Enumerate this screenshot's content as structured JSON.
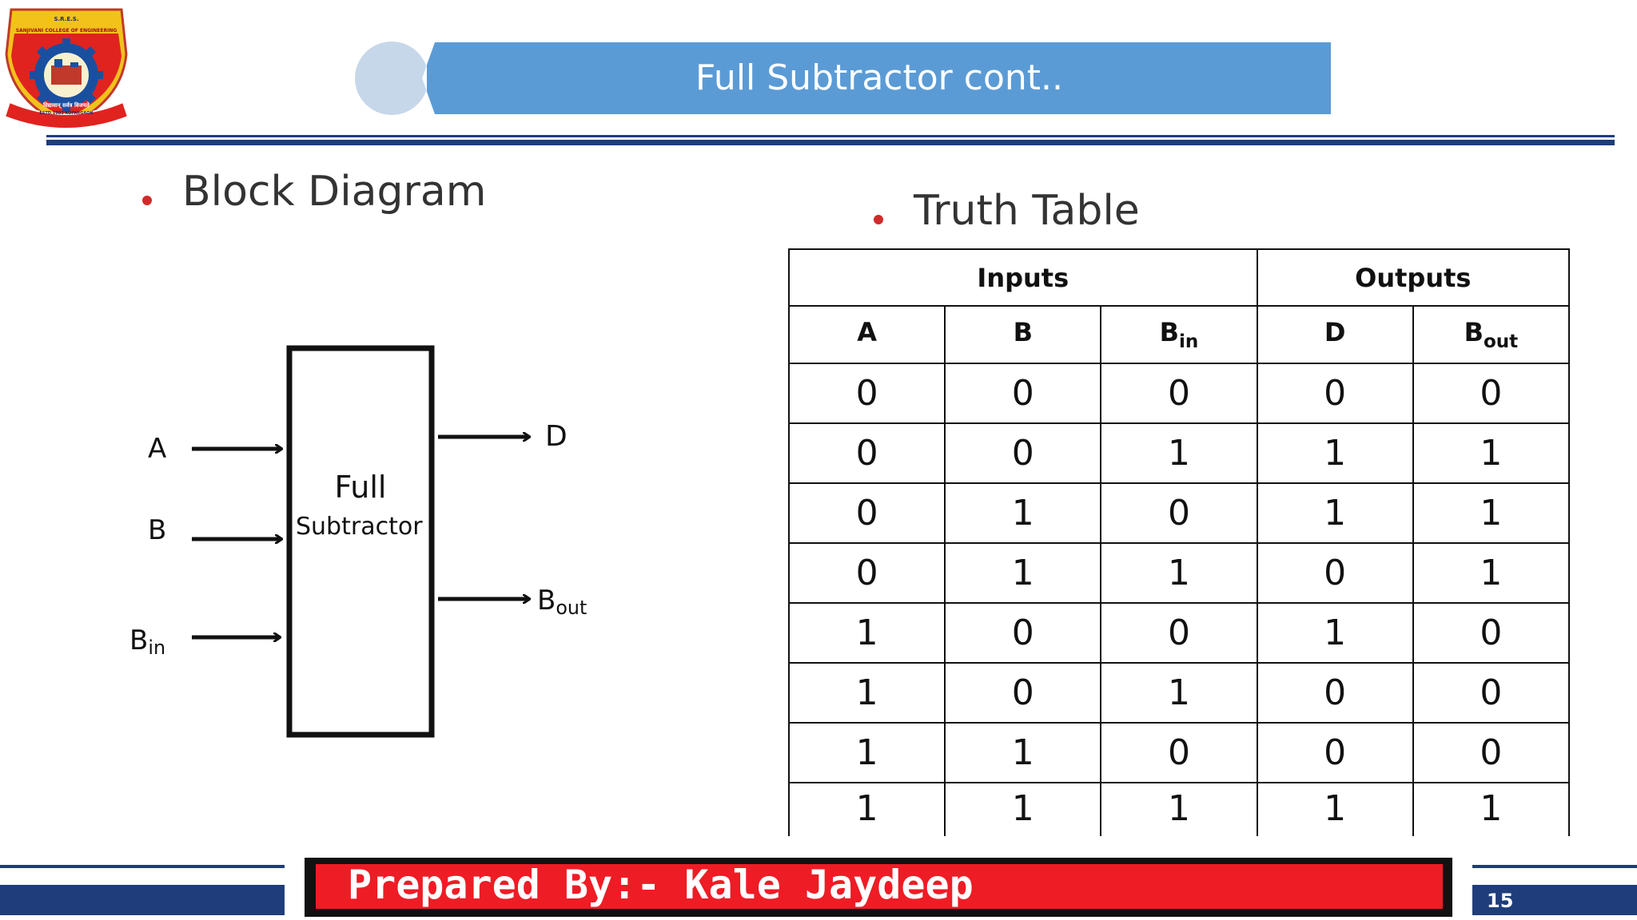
{
  "logo": {
    "org_top": "S.R.E.S.",
    "college": "SANJIVANI COLLEGE OF ENGINEERING",
    "motto": "विद्यावान् सर्वत्र विजयते",
    "est": "ESTD.1983 KOPARGAON"
  },
  "title": "Full Subtractor cont..",
  "sections": {
    "block_diagram": "Block Diagram",
    "truth_table": "Truth Table"
  },
  "diagram": {
    "box_line1": "Full",
    "box_line2": "Subtractor",
    "input_a": "A",
    "input_b": "B",
    "input_bin_main": "B",
    "input_bin_sub": "in",
    "output_d": "D",
    "output_bout_main": "B",
    "output_bout_sub": "out"
  },
  "truth_table": {
    "group_inputs": "Inputs",
    "group_outputs": "Outputs",
    "columns": [
      {
        "main": "A",
        "sub": ""
      },
      {
        "main": "B",
        "sub": ""
      },
      {
        "main": "B",
        "sub": "in"
      },
      {
        "main": "D",
        "sub": ""
      },
      {
        "main": "B",
        "sub": "out"
      }
    ],
    "rows": [
      [
        "0",
        "0",
        "0",
        "0",
        "0"
      ],
      [
        "0",
        "0",
        "1",
        "1",
        "1"
      ],
      [
        "0",
        "1",
        "0",
        "1",
        "1"
      ],
      [
        "0",
        "1",
        "1",
        "0",
        "1"
      ],
      [
        "1",
        "0",
        "0",
        "1",
        "0"
      ],
      [
        "1",
        "0",
        "1",
        "0",
        "0"
      ],
      [
        "1",
        "1",
        "0",
        "0",
        "0"
      ],
      [
        "1",
        "1",
        "1",
        "1",
        "1"
      ]
    ]
  },
  "footer": {
    "prepared_by": "Prepared By:- Kale Jaydeep",
    "page_number": "15"
  },
  "colors": {
    "title_bar": "#5b9bd5",
    "title_circle": "#c7d7ea",
    "rule": "#1f3d7a",
    "bullet": "#d12a2a",
    "footer_red": "#ee1c25"
  }
}
